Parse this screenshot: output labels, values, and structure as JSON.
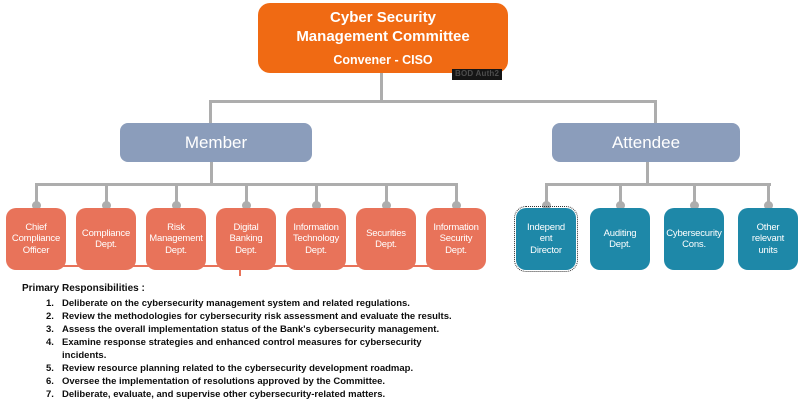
{
  "root": {
    "title": "Cyber Security\nManagement Committee",
    "subtitle": "Convener - CISO",
    "badge": "BOD Auth2"
  },
  "member": {
    "label": "Member",
    "children": [
      {
        "label": "Chief\nCompliance\nOfficer"
      },
      {
        "label": "Compliance\nDept."
      },
      {
        "label": "Risk\nManagement\nDept."
      },
      {
        "label": "Digital\nBanking\nDept."
      },
      {
        "label": "Information\nTechnology\nDept."
      },
      {
        "label": "Securities\nDept."
      },
      {
        "label": "Information\nSecurity\nDept."
      }
    ]
  },
  "attendee": {
    "label": "Attendee",
    "children": [
      {
        "label": "Independ\nent\nDirector"
      },
      {
        "label": "Auditing\nDept."
      },
      {
        "label": "Cybersecurity\nCons."
      },
      {
        "label": "Other\nrelevant\nunits"
      }
    ]
  },
  "responsibilities": {
    "heading": "Primary Responsibilities :",
    "items": [
      {
        "num": "1.",
        "text": "Deliberate on the cybersecurity management system and related regulations."
      },
      {
        "num": "2.",
        "text": "Review the methodologies for cybersecurity risk assessment and evaluate the results."
      },
      {
        "num": "3.",
        "text": "Assess the overall implementation status of the Bank's cybersecurity management."
      },
      {
        "num": "4.",
        "text": "Examine response strategies and enhanced control measures for cybersecurity incidents."
      },
      {
        "num": "5.",
        "text": "Review resource planning related to the cybersecurity development roadmap."
      },
      {
        "num": "6.",
        "text": "Oversee the implementation of resolutions approved by the Committee."
      },
      {
        "num": "7.",
        "text": "Deliberate, evaluate, and supervise other cybersecurity-related matters."
      }
    ]
  },
  "colors": {
    "root_orange": "#F06A13",
    "leaf_salmon": "#E8735A",
    "leaf_teal": "#1E88A8",
    "group_blue_gray": "#8B9DBB",
    "connector_gray": "#ADADAD"
  }
}
